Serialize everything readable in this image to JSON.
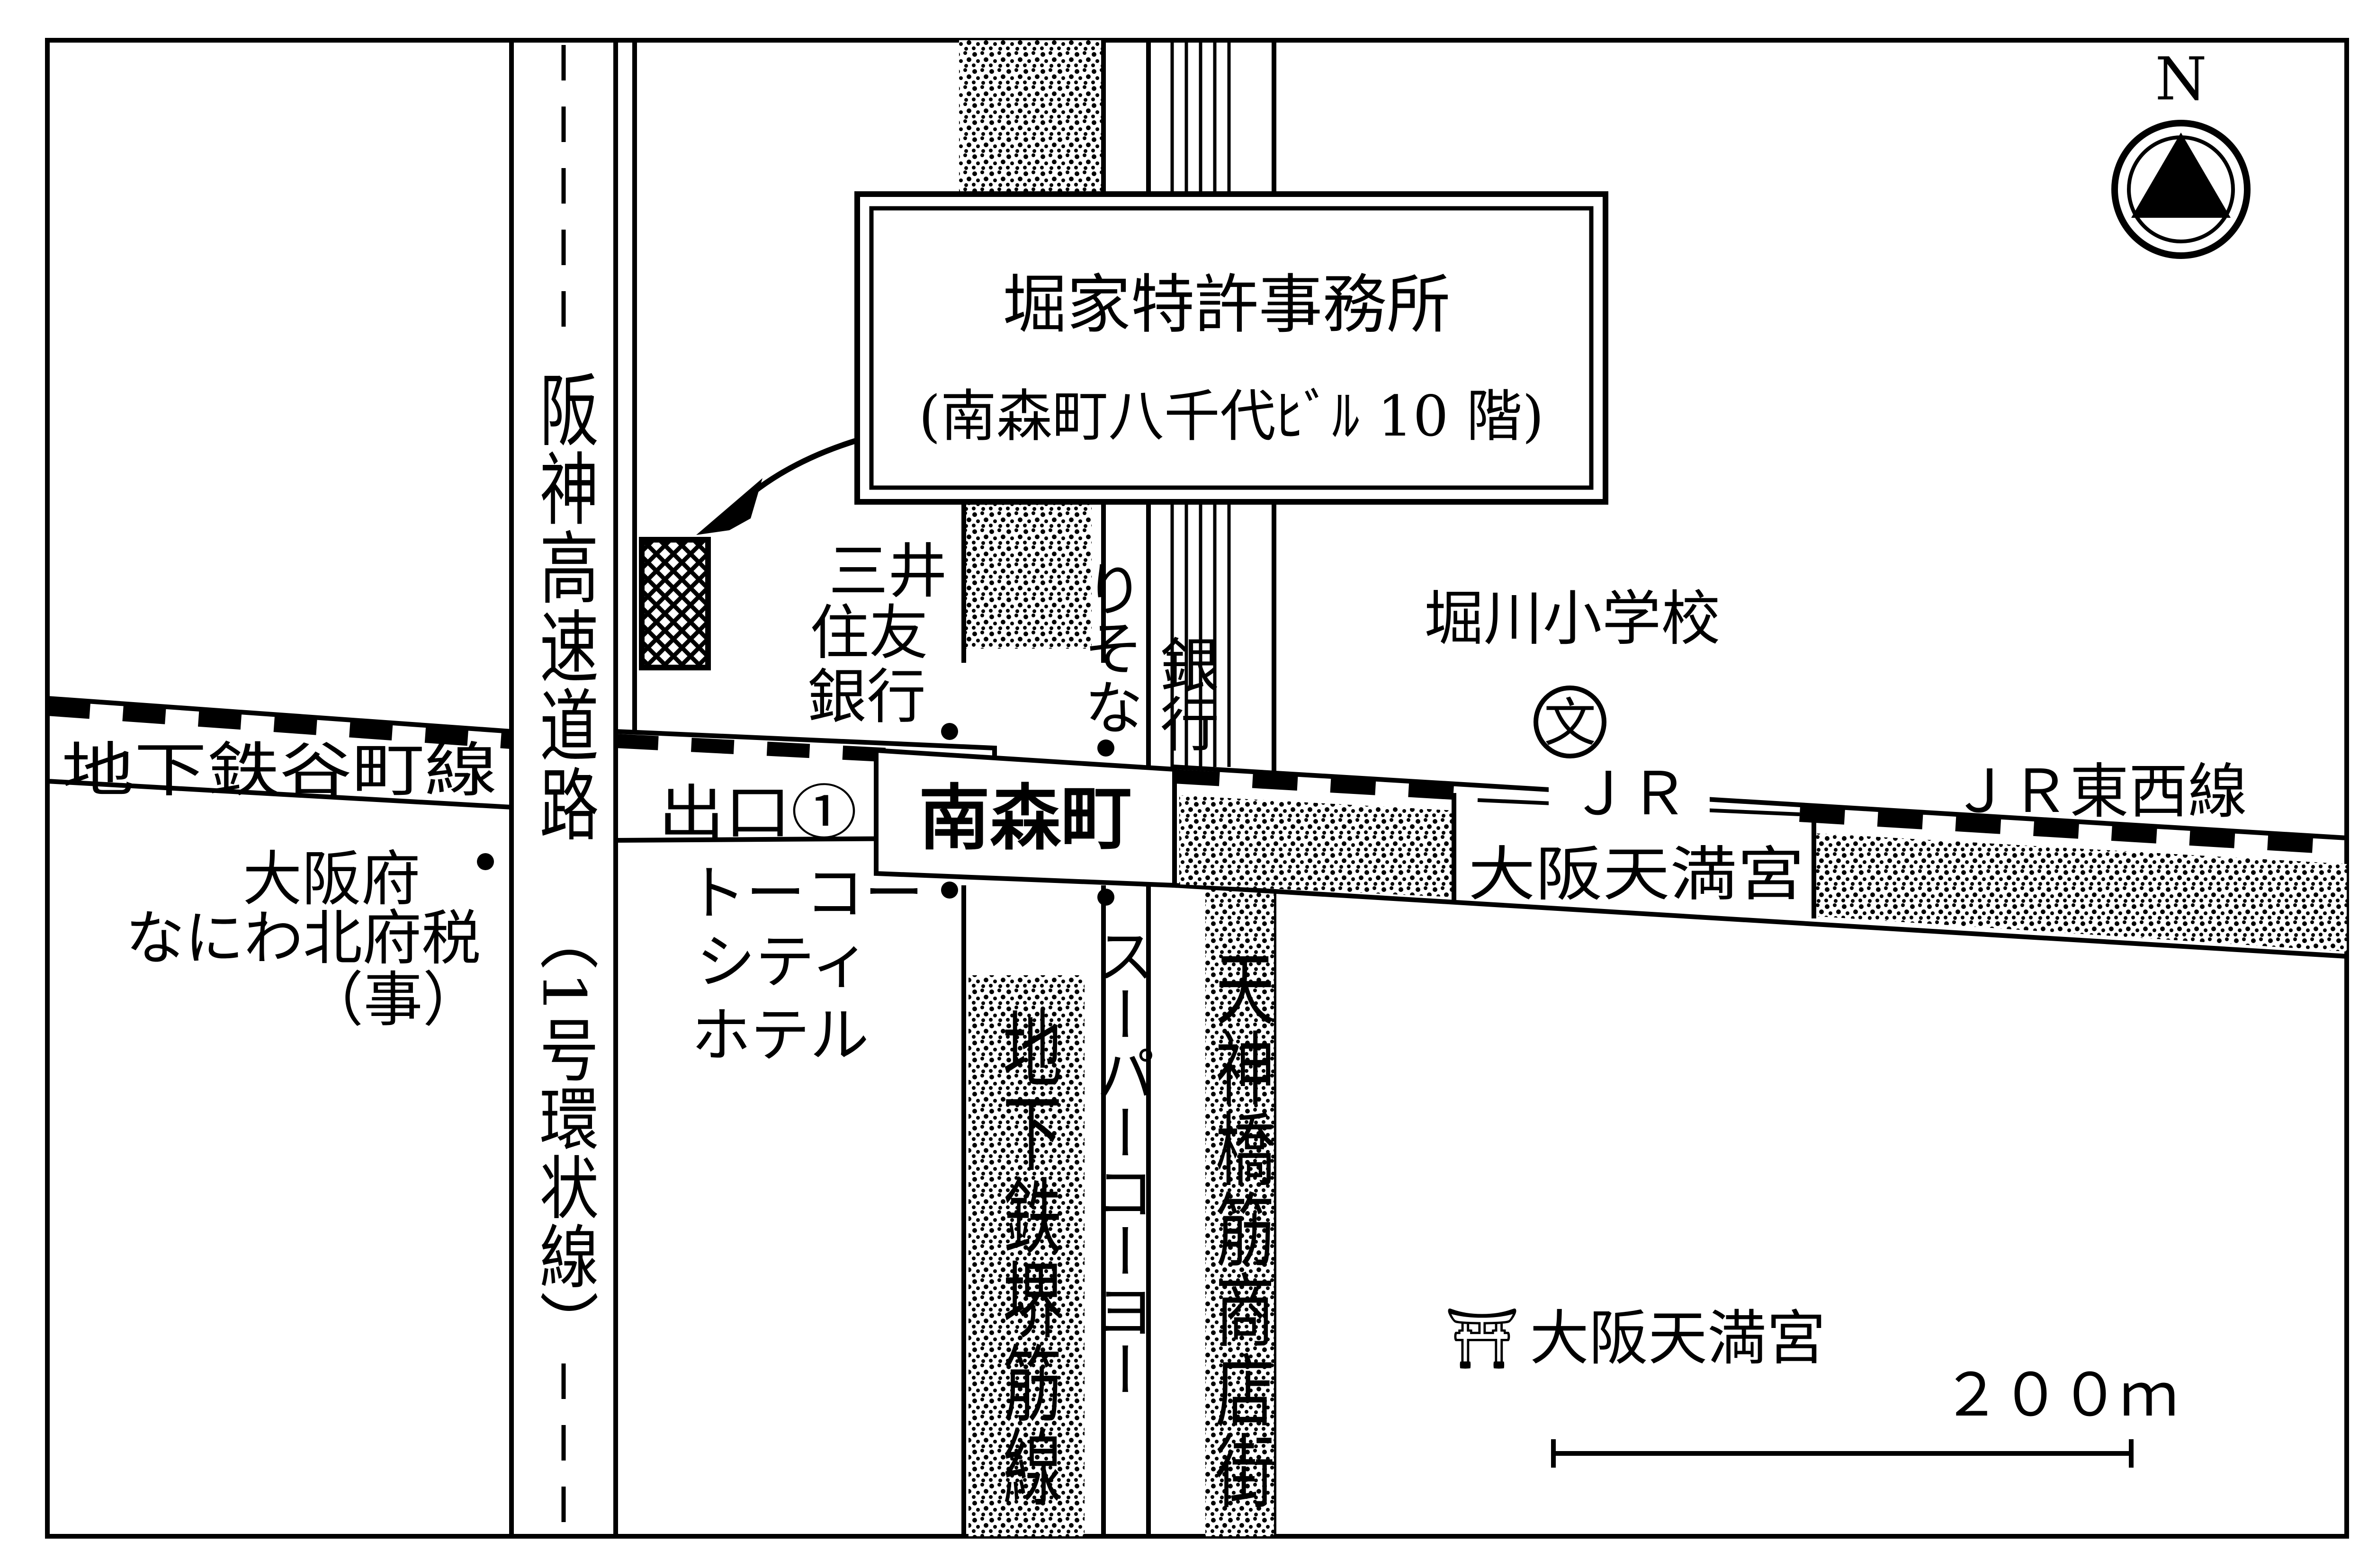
{
  "office": {
    "name": "堀家特許事務所",
    "address": "(南森町八千代ﾋﾞﾙ 10 階)"
  },
  "compass": {
    "label": "N"
  },
  "stations": {
    "minamimorimachi": "南森町",
    "exit1": "出口①",
    "jr_osaka_tenmangu": "大阪天満宮",
    "jr_label": "ＪＲ"
  },
  "lines": {
    "tanimachi": "地下鉄谷町線",
    "jr_tozai": "ＪＲ東西線",
    "sakaisuji": "地下鉄堺筋線"
  },
  "roads": {
    "hanshin_expressway": "阪神高速道路",
    "loop_route": "（1号環状線）",
    "tenjinbashi": "天神橋筋商店街"
  },
  "landmarks": {
    "mitsui_line1": "三井",
    "mitsui_line2": "住友",
    "mitsui_line3": "銀行",
    "resona_line1": "りそな",
    "resona_line2": "銀行",
    "tax_line1": "大阪府",
    "tax_line2": "なにわ北府税",
    "tax_line3": "（事）",
    "hotel_line1": "トーコー",
    "hotel_line2": "シティ",
    "hotel_line3": "ホテル",
    "supermarket": "スーパーコーヨー",
    "school": "堀川小学校",
    "school_symbol": "文",
    "shrine_symbol": "⛩",
    "shrine": "大阪天満宮"
  },
  "scale": {
    "label": "２００ｍ"
  },
  "icons": [
    "north-arrow-icon",
    "school-icon",
    "shrine-icon",
    "target-building-icon"
  ]
}
